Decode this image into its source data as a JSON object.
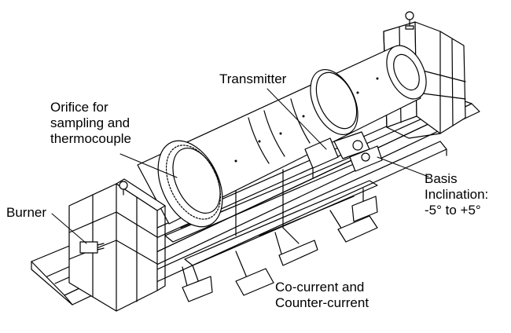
{
  "colors": {
    "ink": "#000000",
    "paper": "#ffffff",
    "shade": "#e8e8e8"
  },
  "labels": {
    "transmitter": "Transmitter",
    "orifice": [
      "Orifice for",
      "sampling and",
      "thermocouple"
    ],
    "burner": "Burner",
    "basis": [
      "Basis",
      "Inclination:",
      "-5° to +5°"
    ],
    "flow": [
      "Co-current and",
      "Counter-current"
    ]
  }
}
